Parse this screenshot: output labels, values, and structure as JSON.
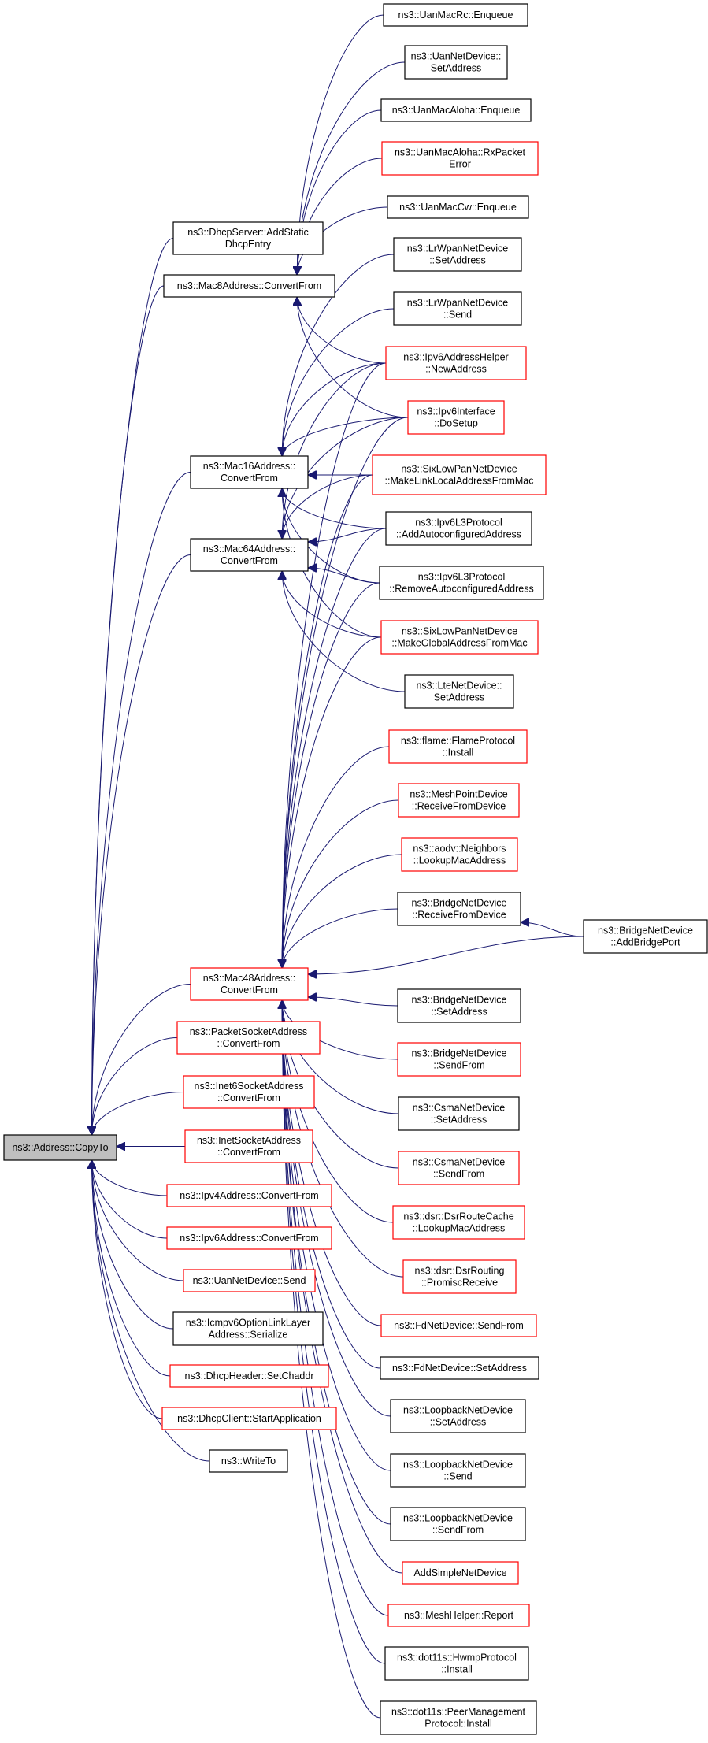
{
  "nodes": [
    {
      "id": "copyto",
      "lines": [
        "ns3::Address::CopyTo"
      ],
      "style": "root"
    },
    {
      "id": "mac8",
      "lines": [
        "ns3::Mac8Address::ConvertFrom"
      ],
      "style": "black"
    },
    {
      "id": "mac16",
      "lines": [
        "ns3::Mac16Address::",
        "ConvertFrom"
      ],
      "style": "black"
    },
    {
      "id": "mac64",
      "lines": [
        "ns3::Mac64Address::",
        "ConvertFrom"
      ],
      "style": "black"
    },
    {
      "id": "mac48",
      "lines": [
        "ns3::Mac48Address::",
        "ConvertFrom"
      ],
      "style": "red"
    },
    {
      "id": "dhcpserver",
      "lines": [
        "ns3::DhcpServer::AddStatic",
        "DhcpEntry"
      ],
      "style": "black"
    },
    {
      "id": "packetsock",
      "lines": [
        "ns3::PacketSocketAddress",
        "::ConvertFrom"
      ],
      "style": "red"
    },
    {
      "id": "inet6sock",
      "lines": [
        "ns3::Inet6SocketAddress",
        "::ConvertFrom"
      ],
      "style": "red"
    },
    {
      "id": "inetsock",
      "lines": [
        "ns3::InetSocketAddress",
        "::ConvertFrom"
      ],
      "style": "red"
    },
    {
      "id": "ipv4addr",
      "lines": [
        "ns3::Ipv4Address::ConvertFrom"
      ],
      "style": "red"
    },
    {
      "id": "ipv6addr",
      "lines": [
        "ns3::Ipv6Address::ConvertFrom"
      ],
      "style": "red"
    },
    {
      "id": "uansend",
      "lines": [
        "ns3::UanNetDevice::Send"
      ],
      "style": "red"
    },
    {
      "id": "icmpv6",
      "lines": [
        "ns3::Icmpv6OptionLinkLayer",
        "Address::Serialize"
      ],
      "style": "black"
    },
    {
      "id": "dhcpheader",
      "lines": [
        "ns3::DhcpHeader::SetChaddr"
      ],
      "style": "red"
    },
    {
      "id": "dhcpclient",
      "lines": [
        "ns3::DhcpClient::StartApplication"
      ],
      "style": "red"
    },
    {
      "id": "writeto",
      "lines": [
        "ns3::WriteTo"
      ],
      "style": "black"
    },
    {
      "id": "uanrc",
      "lines": [
        "ns3::UanMacRc::Enqueue"
      ],
      "style": "black"
    },
    {
      "id": "uansetaddr",
      "lines": [
        "ns3::UanNetDevice::",
        "SetAddress"
      ],
      "style": "black"
    },
    {
      "id": "alohaenq",
      "lines": [
        "ns3::UanMacAloha::Enqueue"
      ],
      "style": "black"
    },
    {
      "id": "alohaerr",
      "lines": [
        "ns3::UanMacAloha::RxPacket",
        "Error"
      ],
      "style": "red"
    },
    {
      "id": "uancw",
      "lines": [
        "ns3::UanMacCw::Enqueue"
      ],
      "style": "black"
    },
    {
      "id": "lrwsetaddr",
      "lines": [
        "ns3::LrWpanNetDevice",
        "::SetAddress"
      ],
      "style": "black"
    },
    {
      "id": "lrwsend",
      "lines": [
        "ns3::LrWpanNetDevice",
        "::Send"
      ],
      "style": "black"
    },
    {
      "id": "ipv6helper",
      "lines": [
        "ns3::Ipv6AddressHelper",
        "::NewAddress"
      ],
      "style": "red"
    },
    {
      "id": "ipv6iface",
      "lines": [
        "ns3::Ipv6Interface",
        "::DoSetup"
      ],
      "style": "red"
    },
    {
      "id": "sixlinklocal",
      "lines": [
        "ns3::SixLowPanNetDevice",
        "::MakeLinkLocalAddressFromMac"
      ],
      "style": "red"
    },
    {
      "id": "l3add",
      "lines": [
        "ns3::Ipv6L3Protocol",
        "::AddAutoconfiguredAddress"
      ],
      "style": "black"
    },
    {
      "id": "l3remove",
      "lines": [
        "ns3::Ipv6L3Protocol",
        "::RemoveAutoconfiguredAddress"
      ],
      "style": "black"
    },
    {
      "id": "sixglobal",
      "lines": [
        "ns3::SixLowPanNetDevice",
        "::MakeGlobalAddressFromMac"
      ],
      "style": "red"
    },
    {
      "id": "ltesetaddr",
      "lines": [
        "ns3::LteNetDevice::",
        "SetAddress"
      ],
      "style": "black"
    },
    {
      "id": "flame",
      "lines": [
        "ns3::flame::FlameProtocol",
        "::Install"
      ],
      "style": "red"
    },
    {
      "id": "meshrecv",
      "lines": [
        "ns3::MeshPointDevice",
        "::ReceiveFromDevice"
      ],
      "style": "red"
    },
    {
      "id": "aodv",
      "lines": [
        "ns3::aodv::Neighbors",
        "::LookupMacAddress"
      ],
      "style": "red"
    },
    {
      "id": "bridgerecv",
      "lines": [
        "ns3::BridgeNetDevice",
        "::ReceiveFromDevice"
      ],
      "style": "black"
    },
    {
      "id": "bridgeport",
      "lines": [
        "ns3::BridgeNetDevice",
        "::AddBridgePort"
      ],
      "style": "black"
    },
    {
      "id": "bridgesetaddr",
      "lines": [
        "ns3::BridgeNetDevice",
        "::SetAddress"
      ],
      "style": "black"
    },
    {
      "id": "bridgesendfrom",
      "lines": [
        "ns3::BridgeNetDevice",
        "::SendFrom"
      ],
      "style": "red"
    },
    {
      "id": "csmasetaddr",
      "lines": [
        "ns3::CsmaNetDevice",
        "::SetAddress"
      ],
      "style": "black"
    },
    {
      "id": "csmasendfrom",
      "lines": [
        "ns3::CsmaNetDevice",
        "::SendFrom"
      ],
      "style": "red"
    },
    {
      "id": "dsrcache",
      "lines": [
        "ns3::dsr::DsrRouteCache",
        "::LookupMacAddress"
      ],
      "style": "red"
    },
    {
      "id": "dsrrouting",
      "lines": [
        "ns3::dsr::DsrRouting",
        "::PromiscReceive"
      ],
      "style": "red"
    },
    {
      "id": "fdsendfrom",
      "lines": [
        "ns3::FdNetDevice::SendFrom"
      ],
      "style": "red"
    },
    {
      "id": "fdsetaddr",
      "lines": [
        "ns3::FdNetDevice::SetAddress"
      ],
      "style": "black"
    },
    {
      "id": "loopsetaddr",
      "lines": [
        "ns3::LoopbackNetDevice",
        "::SetAddress"
      ],
      "style": "black"
    },
    {
      "id": "loopsend",
      "lines": [
        "ns3::LoopbackNetDevice",
        "::Send"
      ],
      "style": "black"
    },
    {
      "id": "loopsendfrom",
      "lines": [
        "ns3::LoopbackNetDevice",
        "::SendFrom"
      ],
      "style": "black"
    },
    {
      "id": "addsimple",
      "lines": [
        "AddSimpleNetDevice"
      ],
      "style": "red"
    },
    {
      "id": "meshreport",
      "lines": [
        "ns3::MeshHelper::Report"
      ],
      "style": "red"
    },
    {
      "id": "hwmp",
      "lines": [
        "ns3::dot11s::HwmpProtocol",
        "::Install"
      ],
      "style": "black"
    },
    {
      "id": "peermgmt",
      "lines": [
        "ns3::dot11s::PeerManagement",
        "Protocol::Install"
      ],
      "style": "black"
    }
  ]
}
